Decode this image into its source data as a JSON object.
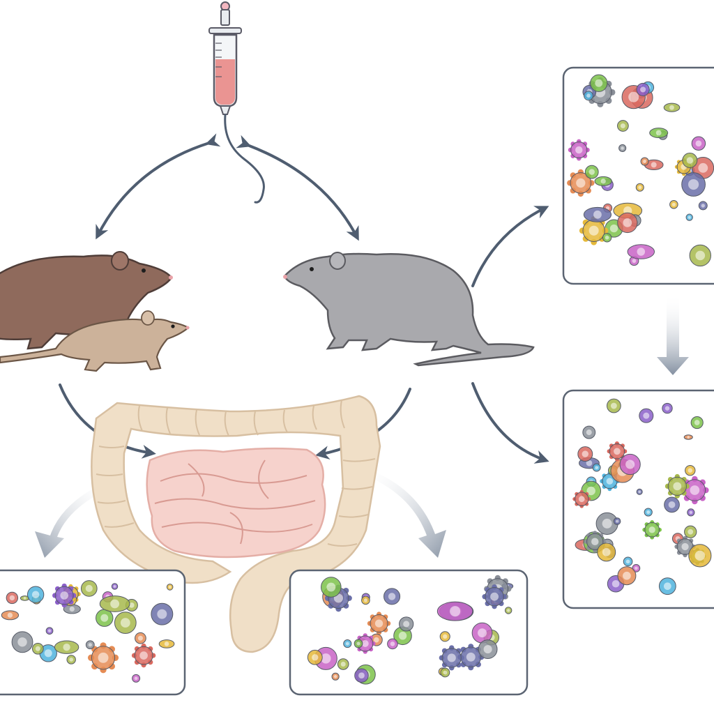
{
  "diagram": {
    "elements": {
      "syringe": "syringe-icon",
      "rat_brown": "brown-rat-icon",
      "rat_tan": "tan-rat-icon",
      "rat_grey": "grey-rat-icon",
      "intestine": "intestine-icon",
      "panels": [
        "microbiota-panel-top-right",
        "microbiota-panel-middle-right",
        "microbiota-panel-bottom-left",
        "microbiota-panel-bottom-center"
      ]
    },
    "colors": {
      "arrow": "#4f5d70",
      "panel_border": "#5b6472",
      "syringe_fluid": "#e98a86",
      "rat_brown": "#8f6a5c",
      "rat_tan": "#ccb29a",
      "rat_grey": "#a9a9ad",
      "colon": "#f0dfc7",
      "small_intestine": "#f6d2cc"
    }
  }
}
